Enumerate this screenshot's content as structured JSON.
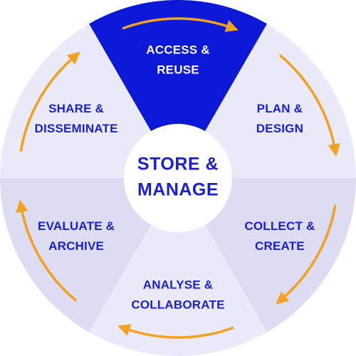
{
  "diagram": {
    "colors": {
      "highlight": "#0b18d6",
      "text_dark": "#1a1fd4",
      "text_light": "#ffffff",
      "segment_light": "#e8e8f8",
      "segment_mid": "#dcdcf2",
      "center_fill": "#ffffff",
      "arrow": "#f5a021"
    },
    "center": {
      "line1": "STORE &",
      "line2": "MANAGE"
    },
    "segments": [
      {
        "line1": "ACCESS &",
        "line2": "REUSE",
        "highlighted": true,
        "fill": "#0b18d6"
      },
      {
        "line1": "PLAN &",
        "line2": "DESIGN",
        "highlighted": false,
        "fill": "#eaeafa"
      },
      {
        "line1": "COLLECT &",
        "line2": "CREATE",
        "highlighted": false,
        "fill": "#dcdcf3"
      },
      {
        "line1": "ANALYSE &",
        "line2": "COLLABORATE",
        "highlighted": false,
        "fill": "#eaeafa"
      },
      {
        "line1": "EVALUATE &",
        "line2": "ARCHIVE",
        "highlighted": false,
        "fill": "#dcdcf3"
      },
      {
        "line1": "SHARE &",
        "line2": "DISSEMINATE",
        "highlighted": false,
        "fill": "#eaeafa"
      }
    ]
  }
}
